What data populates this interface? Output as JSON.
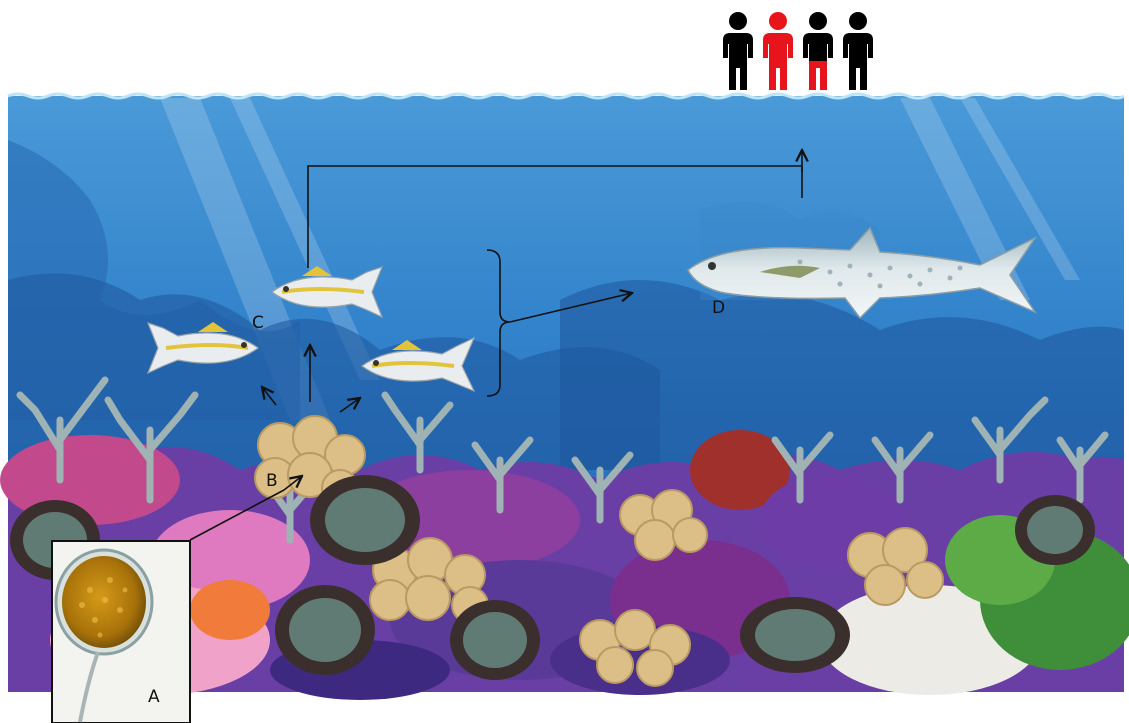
{
  "labels": {
    "a": "A",
    "b": "B",
    "c": "C",
    "d": "D"
  },
  "people": [
    {
      "color": "#000000",
      "legs": "#000000"
    },
    {
      "color": "#e8141b",
      "legs": "#e8141b"
    },
    {
      "color": "#000000",
      "legs": "#e8141b"
    },
    {
      "color": "#000000",
      "legs": "#000000"
    }
  ],
  "colors": {
    "ocean_top": "#2f7fca",
    "ocean_bottom": "#1c58a3",
    "fish_body": "#e9edf0",
    "fish_stripe": "#e2c33a",
    "mackerel_body": "#d7e2e6",
    "cell_interior": "#b8860b"
  },
  "icons": {
    "people": "person-icon",
    "small_fish": "yellowtail-fish",
    "large_fish": "mackerel-fish",
    "coral": "coral-reef",
    "cell": "dinoflagellate-cell"
  }
}
